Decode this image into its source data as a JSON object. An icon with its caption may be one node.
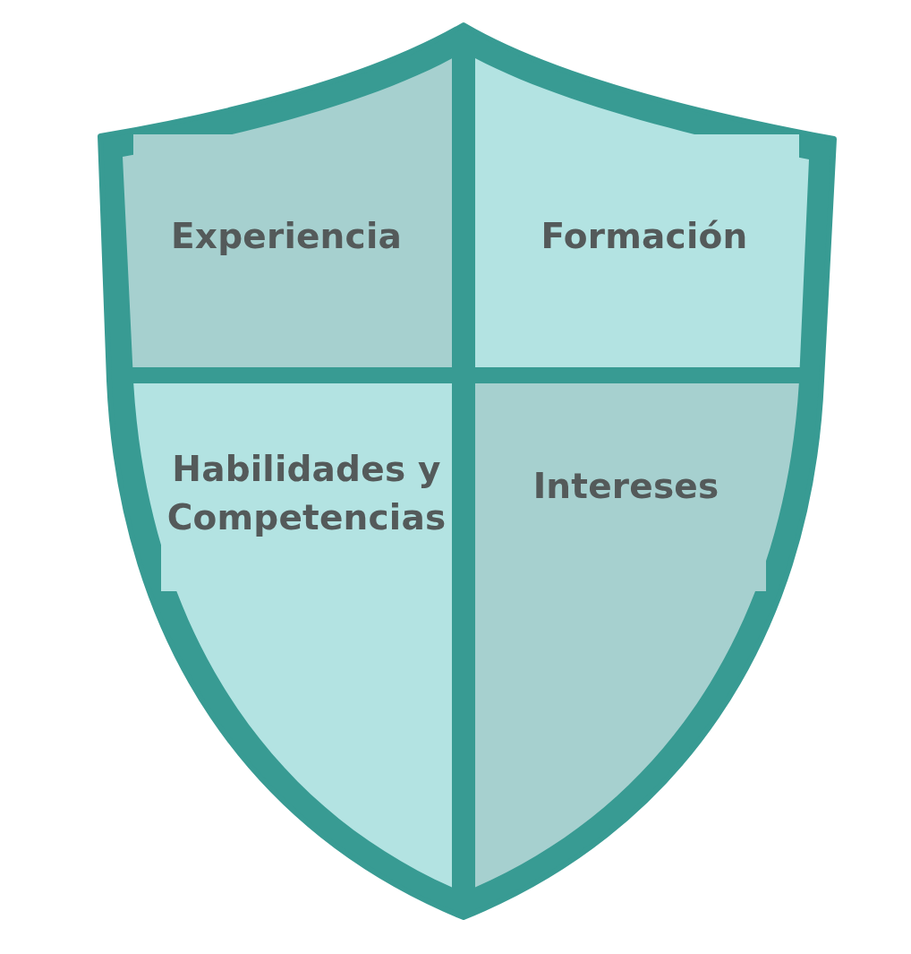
{
  "diagram": {
    "nodes": [
      {
        "text": [],
        "shape": "shield"
      },
      {
        "text": [
          "Experiencia"
        ],
        "in": 0
      },
      {
        "text": [
          "Formación"
        ],
        "in": 0
      },
      {
        "text": [
          "Habilidades y Competencias"
        ],
        "in": 0
      },
      {
        "text": [
          "Intereses"
        ],
        "in": 0
      }
    ]
  }
}
